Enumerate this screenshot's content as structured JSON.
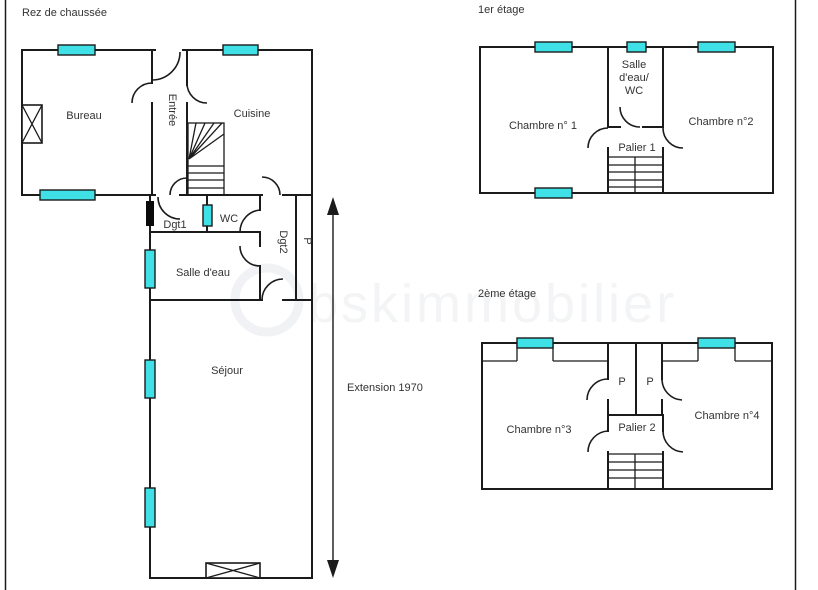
{
  "colors": {
    "window": "#3fe0e6",
    "wall": "#1b1b1b",
    "text": "#333333",
    "watermark": "#e2e5ea"
  },
  "watermark": "bskimmobilier",
  "floors": {
    "rdc": {
      "title": "Rez de chaussée",
      "rooms": {
        "bureau": "Bureau",
        "entree": "Entrée",
        "cuisine": "Cuisine",
        "dgt1": "Dgt1",
        "wc": "WC",
        "dgt2": "Dgt2",
        "placard": "P",
        "salle_eau": "Salle d'eau",
        "sejour": "Séjour"
      },
      "annotation": "Extension 1970"
    },
    "etage1": {
      "title": "1er étage",
      "rooms": {
        "chambre1": "Chambre n° 1",
        "chambre2": "Chambre n°2",
        "palier": "Palier 1",
        "sde_l1": "Salle",
        "sde_l2": "d'eau/",
        "sde_l3": "WC"
      }
    },
    "etage2": {
      "title": "2ème étage",
      "rooms": {
        "chambre3": "Chambre n°3",
        "chambre4": "Chambre n°4",
        "palier": "Palier 2",
        "p_left": "P",
        "p_right": "P"
      }
    }
  }
}
